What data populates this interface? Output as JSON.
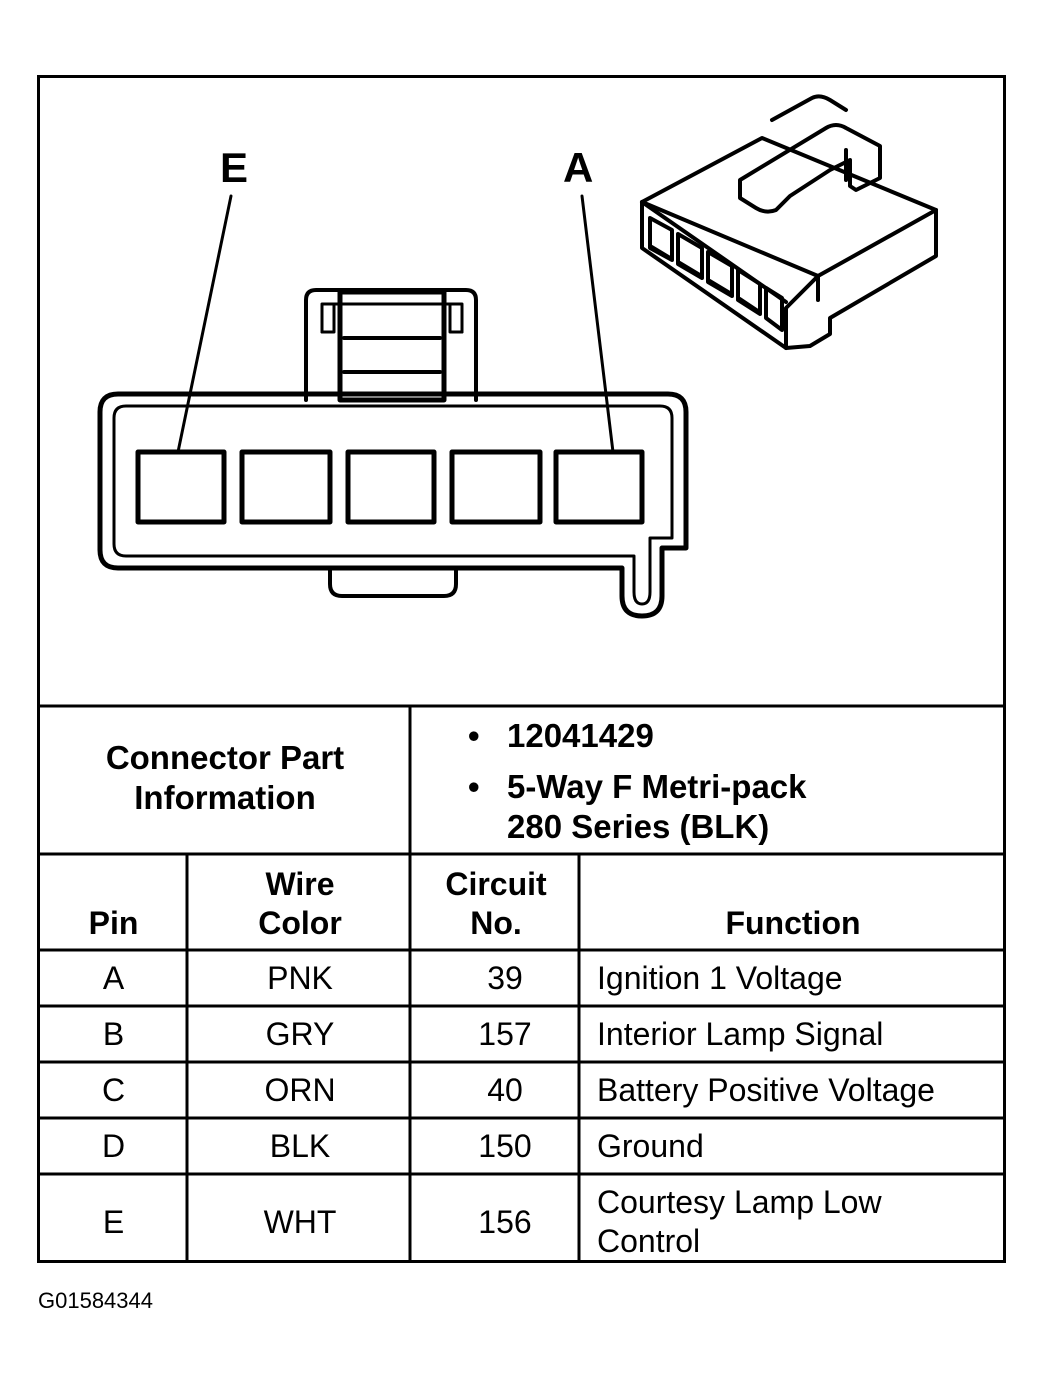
{
  "diagram": {
    "pin_label_e": "E",
    "pin_label_a": "A",
    "cavity_count": 5
  },
  "part_info": {
    "label_line1": "Connector Part",
    "label_line2": "Information",
    "bullet1": "12041429",
    "bullet2_line1": "5-Way F Metri-pack",
    "bullet2_line2": "280 Series (BLK)",
    "bullet_symbol": "•"
  },
  "table": {
    "headers": {
      "pin": "Pin",
      "wire_color_line1": "Wire",
      "wire_color_line2": "Color",
      "circuit_line1": "Circuit",
      "circuit_line2": "No.",
      "function": "Function"
    },
    "rows": [
      {
        "pin": "A",
        "wire_color": "PNK",
        "circuit": "39",
        "function": "Ignition 1 Voltage",
        "function_line2": ""
      },
      {
        "pin": "B",
        "wire_color": "GRY",
        "circuit": "157",
        "function": "Interior Lamp Signal",
        "function_line2": ""
      },
      {
        "pin": "C",
        "wire_color": "ORN",
        "circuit": "40",
        "function": "Battery Positive Voltage",
        "function_line2": ""
      },
      {
        "pin": "D",
        "wire_color": "BLK",
        "circuit": "150",
        "function": "Ground",
        "function_line2": ""
      },
      {
        "pin": "E",
        "wire_color": "WHT",
        "circuit": "156",
        "function": "Courtesy Lamp Low",
        "function_line2": "Control"
      }
    ]
  },
  "figure_id": "G01584344"
}
